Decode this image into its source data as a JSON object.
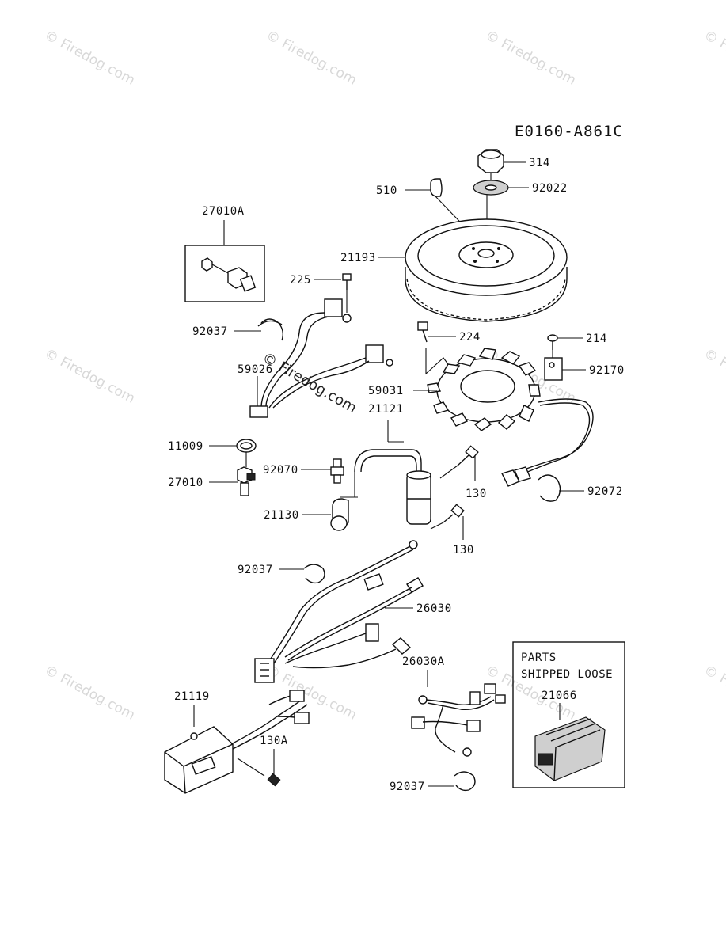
{
  "diagram_code": "E0160-A861C",
  "watermark": "© Firedog.com",
  "loose_box": {
    "line1": "PARTS",
    "line2": "SHIPPED LOOSE"
  },
  "part_numbers": {
    "p314": "314",
    "p510": "510",
    "p92022": "92022",
    "p27010A": "27010A",
    "p21193": "21193",
    "p225": "225",
    "p92037_a": "92037",
    "p224": "224",
    "p214": "214",
    "p92170": "92170",
    "p59026": "59026",
    "p59031": "59031",
    "p21121": "21121",
    "p11009": "11009",
    "p92070": "92070",
    "p27010": "27010",
    "p130_a": "130",
    "p92072": "92072",
    "p21130": "21130",
    "p130_b": "130",
    "p92037_b": "92037",
    "p26030": "26030",
    "p26030A": "26030A",
    "p21066": "21066",
    "p21119": "21119",
    "p130A": "130A",
    "p92037_c": "92037"
  }
}
